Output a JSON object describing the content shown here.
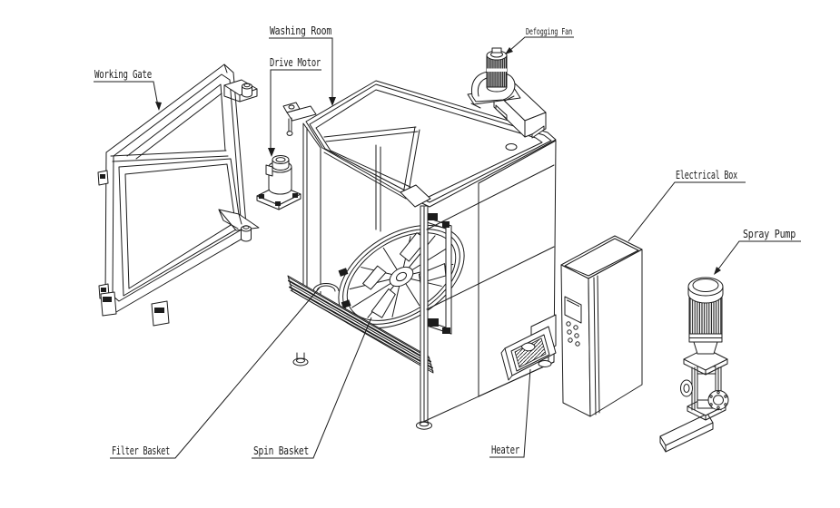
{
  "diagram": {
    "background_color": "#ffffff",
    "line_color": "#1c1c1c",
    "labels": {
      "washing_room": "Washing Room",
      "drive_motor": "Drive Motor",
      "working_gate": "Working Gate",
      "defogging_fan": "Defogging Fan",
      "electrical_box": "Electrical Box",
      "spray_pump": "Spray Pump",
      "filter_basket": "Filter Basket",
      "spin_basket": "Spin Basket",
      "heater": "Heater"
    }
  }
}
